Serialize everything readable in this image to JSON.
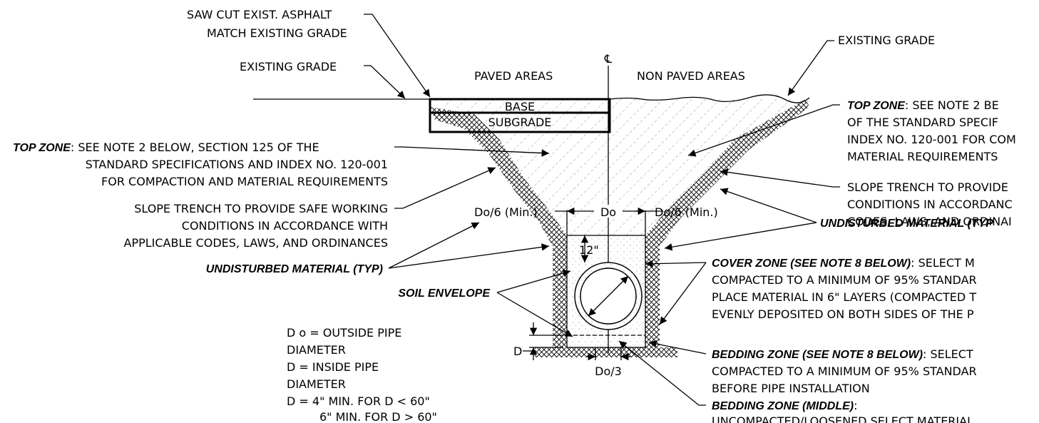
{
  "labels": {
    "saw_cut_line1": "SAW CUT EXIST. ASPHALT",
    "saw_cut_line2": "MATCH EXISTING GRADE",
    "existing_grade_left": "EXISTING GRADE",
    "existing_grade_right": "EXISTING GRADE",
    "centerline_symbol": "℄",
    "paved_areas": "PAVED AREAS",
    "non_paved_areas": "NON PAVED AREAS",
    "base": "BASE",
    "subgrade": "SUBGRADE",
    "top_zone_left": {
      "title": "TOP ZONE",
      "line1_rest": ": SEE NOTE 2 BELOW, SECTION 125 OF THE",
      "line2": "STANDARD SPECIFICATIONS AND INDEX NO. 120-001",
      "line3": "FOR COMPACTION AND MATERIAL REQUIREMENTS"
    },
    "top_zone_right": {
      "title": "TOP ZONE",
      "line1_rest": ": SEE NOTE 2 BE",
      "line2": "OF THE  STANDARD SPECIF",
      "line3": "INDEX NO. 120-001 FOR COM",
      "line4": "MATERIAL REQUIREMENTS"
    },
    "slope_left": {
      "line1": "SLOPE TRENCH TO PROVIDE SAFE WORKING",
      "line2": "CONDITIONS IN ACCORDANCE WITH",
      "line3": "APPLICABLE CODES, LAWS, AND ORDINANCES"
    },
    "slope_right": {
      "line1": "SLOPE TRENCH TO PROVIDE",
      "line2": "CONDITIONS IN ACCORDANC",
      "line3": "CODES, LAWS, AND ORDINAI"
    },
    "undisturbed_left": "UNDISTURBED MATERIAL (TYP)",
    "undisturbed_right": "UNDISTURBED MATERIAL (TYP",
    "do6_left": "Do/6 (Min.)",
    "do6_right": "Do/6 (Min.)",
    "do_dim": "Do",
    "do3_dim": "Do/3",
    "twelve_in": "12\"",
    "soil_envelope": "SOIL ENVELOPE",
    "d_dim": "D",
    "cover_zone": {
      "title": "COVER ZONE (SEE NOTE 8 BELOW)",
      "line1_rest": ": SELECT M",
      "line2": "COMPACTED TO  A MINIMUM OF 95% STANDAR",
      "line3": "PLACE MATERIAL IN 6\" LAYERS (COMPACTED T",
      "line4": "EVENLY  DEPOSITED ON BOTH SIDES OF THE P"
    },
    "bedding_zone": {
      "title": "BEDDING ZONE (SEE NOTE 8 BELOW)",
      "line1_rest": ": SELECT",
      "line2": "COMPACTED TO A MINIMUM OF  95% STANDAR",
      "line3": "BEFORE PIPE INSTALLATION"
    },
    "bedding_middle": {
      "title": "BEDDING ZONE (MIDDLE)",
      "line1_rest": ":",
      "line2": "UNCOMPACTED/LOOSENED SELECT MATERIAL"
    },
    "legend": {
      "line1": "D o = OUTSIDE PIPE",
      "line2": "DIAMETER",
      "line3": "D  = INSIDE PIPE",
      "line4": "DIAMETER",
      "line5": "D  = 4\" MIN. FOR D < 60\"",
      "line6": "6\" MIN. FOR D > 60\""
    }
  }
}
